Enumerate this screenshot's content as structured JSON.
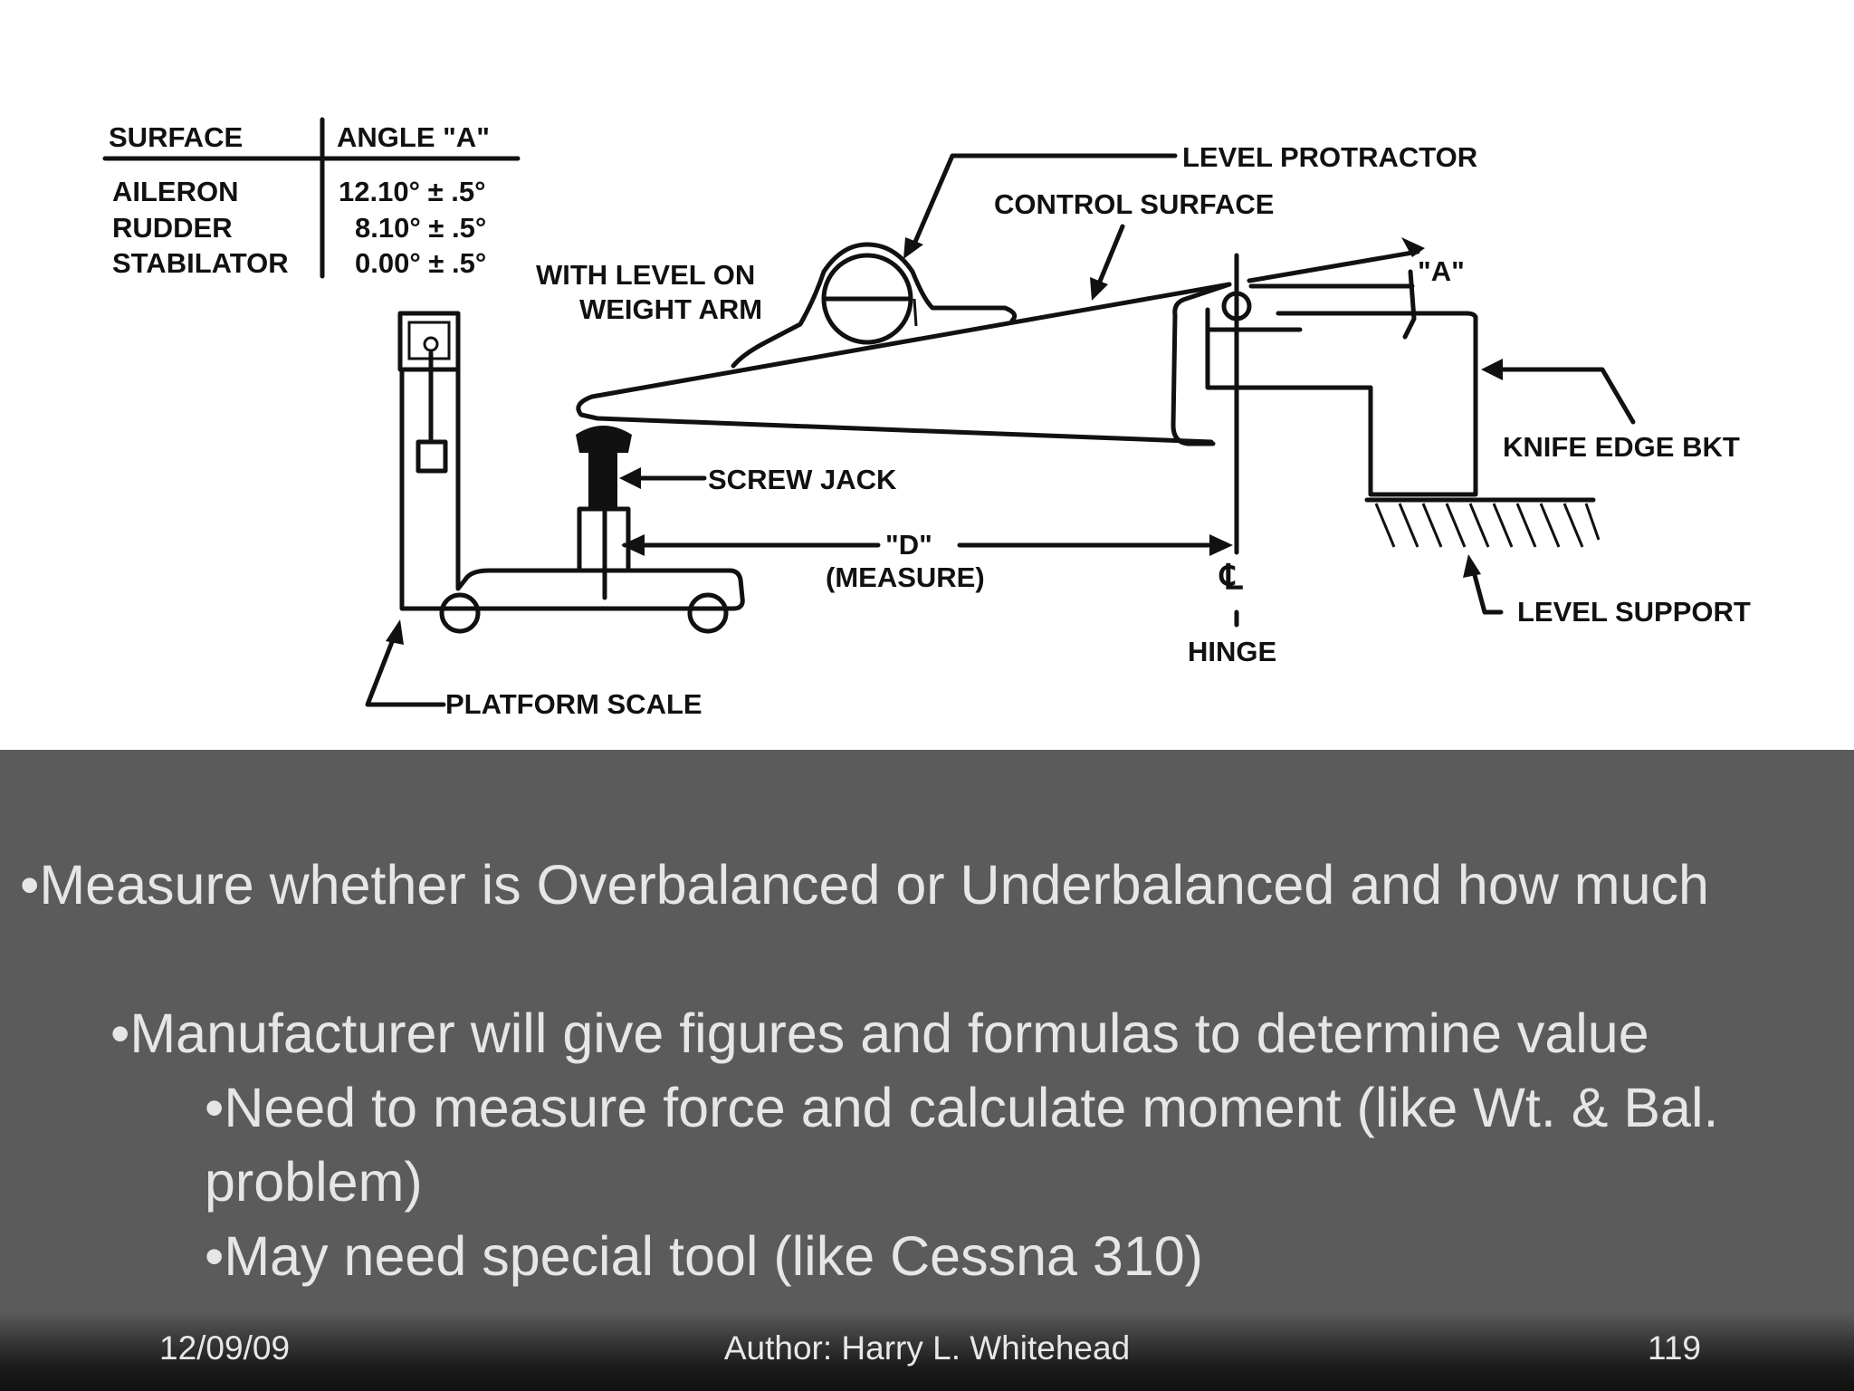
{
  "diagram": {
    "table": {
      "header_surface": "SURFACE",
      "header_angle": "ANGLE \"A\"",
      "rows": [
        {
          "surface": "AILERON",
          "angle": "12.10° ± .5°"
        },
        {
          "surface": "RUDDER",
          "angle": "8.10° ± .5°"
        },
        {
          "surface": "STABILATOR",
          "angle": "0.00° ± .5°"
        }
      ]
    },
    "labels": {
      "level_protractor": "LEVEL PROTRACTOR",
      "control_surface": "CONTROL SURFACE",
      "with_level_1": "WITH LEVEL ON",
      "with_level_2": "WEIGHT ARM",
      "angle_a": "\"A\"",
      "screw_jack": "SCREW JACK",
      "knife_edge": "KNIFE EDGE BKT",
      "d": "\"D\"",
      "measure": "(MEASURE)",
      "cl": "℄",
      "hinge": "HINGE",
      "level_support": "LEVEL SUPPORT",
      "platform_scale": "PLATFORM SCALE"
    }
  },
  "bullets": {
    "b1": "•Measure whether is Overbalanced or Underbalanced and how much",
    "b2": "•Manufacturer will give figures and formulas to determine value",
    "b3": "•Need to measure force and calculate moment (like Wt. & Bal. problem)",
    "b4": "•May need special tool (like Cessna 310)"
  },
  "footer": {
    "date": "12/09/09",
    "author": "Author:  Harry L. Whitehead",
    "page": "119"
  }
}
